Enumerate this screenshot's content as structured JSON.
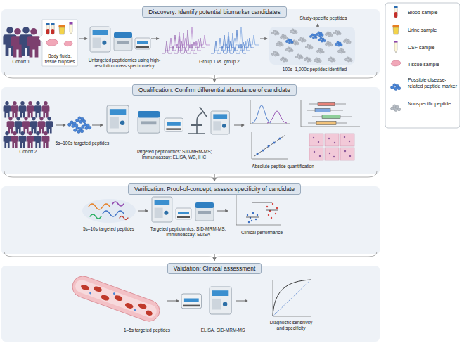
{
  "diagram": {
    "nodes": [
      {
        "text": [
          "Discovery: Identify potential biomarker candidates"
        ]
      },
      {
        "text": [
          "Qualification: Confirm differential abundance of candidate"
        ]
      },
      {
        "text": [
          "Verification: Proof-of-concept, assess specificity of candidate"
        ]
      },
      {
        "text": [
          "Validation: Clinical assessment"
        ]
      }
    ],
    "edges": [
      {
        "from": 0,
        "to": 1,
        "arrow": "to"
      },
      {
        "from": 1,
        "to": 2,
        "arrow": "to"
      },
      {
        "from": 2,
        "to": 3,
        "arrow": "to"
      }
    ],
    "labels": [
      "Study-specific peptides",
      "Cohort 1",
      "Body fluids, tissue biopsies",
      "Untargeted peptidomics using high-resolution mass spectrometry",
      "Group 1 vs. group 2",
      "100s–1,000s peptides identified",
      "Cohort 2",
      "5s–100s targeted peptides",
      "Targeted peptidomics: SID-MRM-MS; Immunoassay: ELISA, WB, IHC",
      "Absolute peptide quantification",
      "5s–10s targeted peptides",
      "Targeted peptidomics: SID-MRM-MS; Immunoassay: ELISA",
      "Clinical performance",
      "1–5s targeted peptides",
      "ELISA, SID-MRM-MS",
      "Diagnostic sensitivity and specificity"
    ],
    "legend": [
      {
        "text": "Blood sample"
      },
      {
        "text": "Urine sample"
      },
      {
        "text": "CSF sample"
      },
      {
        "text": "Tissue sample"
      },
      {
        "text": "Possible disease-related peptide marker"
      },
      {
        "text": "Nonspecific peptide"
      }
    ]
  }
}
